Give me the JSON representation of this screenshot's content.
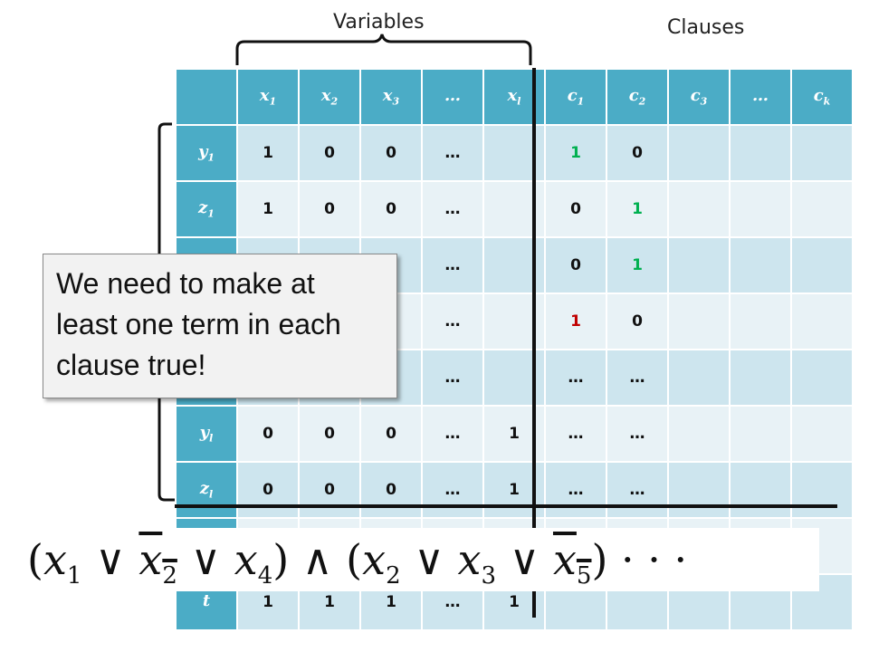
{
  "labels": {
    "variables": "Variables",
    "clauses": "Clauses"
  },
  "table": {
    "columns": [
      {
        "b": "x",
        "s": "1"
      },
      {
        "b": "x",
        "s": "2"
      },
      {
        "b": "x",
        "s": "3"
      },
      {
        "b": "…",
        "s": ""
      },
      {
        "b": "x",
        "s": "l"
      },
      {
        "b": "c",
        "s": "1"
      },
      {
        "b": "c",
        "s": "2"
      },
      {
        "b": "c",
        "s": "3"
      },
      {
        "b": "…",
        "s": ""
      },
      {
        "b": "c",
        "s": "k"
      }
    ],
    "rows": [
      {
        "h": {
          "b": "y",
          "s": "1"
        },
        "cells": [
          "1",
          "0",
          "0",
          "…",
          "",
          "1",
          "0",
          "",
          "",
          ""
        ],
        "colors": [
          "",
          "",
          "",
          "",
          "",
          "green",
          "",
          "",
          "",
          ""
        ]
      },
      {
        "h": {
          "b": "z",
          "s": "1"
        },
        "cells": [
          "1",
          "0",
          "0",
          "…",
          "",
          "0",
          "1",
          "",
          "",
          ""
        ],
        "colors": [
          "",
          "",
          "",
          "",
          "",
          "",
          "green",
          "",
          "",
          ""
        ]
      },
      {
        "h": {
          "b": "",
          "s": ""
        },
        "cells": [
          "",
          "",
          "",
          "…",
          "",
          "0",
          "1",
          "",
          "",
          ""
        ],
        "colors": [
          "",
          "",
          "",
          "",
          "",
          "",
          "green",
          "",
          "",
          ""
        ]
      },
      {
        "h": {
          "b": "",
          "s": ""
        },
        "cells": [
          "",
          "",
          "",
          "…",
          "",
          "1",
          "0",
          "",
          "",
          ""
        ],
        "colors": [
          "",
          "",
          "",
          "",
          "",
          "red",
          "",
          "",
          "",
          ""
        ]
      },
      {
        "h": {
          "b": "",
          "s": ""
        },
        "cells": [
          "",
          "",
          "",
          "…",
          "",
          "…",
          "…",
          "",
          "",
          ""
        ],
        "colors": [
          "",
          "",
          "",
          "",
          "",
          "",
          "",
          "",
          "",
          ""
        ]
      },
      {
        "h": {
          "b": "y",
          "s": "l"
        },
        "cells": [
          "0",
          "0",
          "0",
          "…",
          "1",
          "…",
          "…",
          "",
          "",
          ""
        ],
        "colors": [
          "",
          "",
          "",
          "",
          "",
          "",
          "",
          "",
          "",
          ""
        ]
      },
      {
        "h": {
          "b": "z",
          "s": "l"
        },
        "cells": [
          "0",
          "0",
          "0",
          "…",
          "1",
          "…",
          "…",
          "",
          "",
          ""
        ],
        "colors": [
          "",
          "",
          "",
          "",
          "",
          "",
          "",
          "",
          "",
          ""
        ]
      },
      {
        "h": {
          "b": "",
          "s": ""
        },
        "cells": [
          "",
          "",
          "",
          "",
          "",
          "",
          "",
          "",
          "",
          ""
        ],
        "colors": [
          "",
          "",
          "",
          "",
          "",
          "",
          "",
          "",
          "",
          ""
        ]
      },
      {
        "h": {
          "b": "t",
          "s": ""
        },
        "cells": [
          "1",
          "1",
          "1",
          "…",
          "1",
          "",
          "",
          "",
          "",
          ""
        ],
        "colors": [
          "",
          "",
          "",
          "",
          "",
          "",
          "",
          "",
          "",
          ""
        ]
      }
    ]
  },
  "callout": {
    "text": "We need to make at least one term in each clause true!"
  },
  "formula": {
    "lp1": "(",
    "v1": "x",
    "s1": "1",
    "or1": " ∨ ",
    "v2": "x",
    "s2": "2",
    "or2": " ∨ ",
    "v3": "x",
    "s3": "4",
    "rp1": ")",
    "and": " ∧ ",
    "lp2": "(",
    "v4": "x",
    "s4": "2",
    "or3": " ∨ ",
    "v5": "x",
    "s5": "3",
    "or4": " ∨ ",
    "v6": "x",
    "s6": "5",
    "rp2": ")",
    "dots": " · · ·"
  }
}
